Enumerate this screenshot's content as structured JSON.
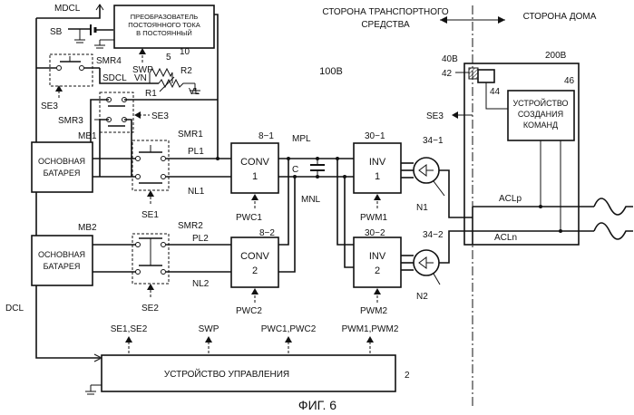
{
  "figure_caption": "ФИГ. 6",
  "system_label": "100B",
  "regions": {
    "vehicle_side": [
      "СТОРОНА ТРАНСПОРТНОГО",
      "СРЕДСТВА"
    ],
    "home_side": "СТОРОНА ДОМА"
  },
  "blocks": {
    "dc_converter": {
      "text": [
        "ПРЕОБРАЗОВАТЕЛЬ",
        "ПОСТОЯННОГО ТОКА",
        "В ПОСТОЯННЫЙ"
      ],
      "ref": "10"
    },
    "main_battery_1": {
      "text": [
        "ОСНОВНАЯ",
        "БАТАРЕЯ"
      ],
      "ref": "MB1"
    },
    "main_battery_2": {
      "text": [
        "ОСНОВНАЯ",
        "БАТАРЕЯ"
      ],
      "ref": "MB2"
    },
    "conv1": {
      "text": [
        "CONV",
        "1"
      ],
      "ref": "8−1",
      "signal": "PWC1"
    },
    "conv2": {
      "text": [
        "CONV",
        "2"
      ],
      "ref": "8−2",
      "signal": "PWC2"
    },
    "inv1": {
      "text": [
        "INV",
        "1"
      ],
      "ref": "30−1",
      "signal": "PWM1"
    },
    "inv2": {
      "text": [
        "INV",
        "2"
      ],
      "ref": "30−2",
      "signal": "PWM2"
    },
    "command_device": {
      "text": [
        "УСТРОЙСТВО",
        "СОЗДАНИЯ",
        "КОМАНД"
      ],
      "ref": "46"
    },
    "control_device": {
      "text": "УСТРОЙСТВО УПРАВЛЕНИЯ",
      "ref": "2"
    },
    "home_unit": {
      "ref": "200B"
    }
  },
  "labels": {
    "mdcl": "MDCL",
    "sb": "SB",
    "swp": "SWP",
    "ref5": "5",
    "smr4": "SMR4",
    "sdcl": "SDCL",
    "vn": "VN",
    "r2": "R2",
    "r1": "R1",
    "vl": "VL",
    "se3_left": "SE3",
    "se3_right": "SE3",
    "smr3": "SMR3",
    "smr1": "SMR1",
    "pl1": "PL1",
    "nl1": "NL1",
    "se1": "SE1",
    "smr2": "SMR2",
    "pl2": "PL2",
    "nl2": "NL2",
    "se2": "SE2",
    "mpl": "MPL",
    "mnl": "MNL",
    "cap": "C",
    "motor1": "34−1",
    "motor2": "34−2",
    "n1": "N1",
    "n2": "N2",
    "ref40b": "40B",
    "ref42": "42",
    "ref44": "44",
    "se3_out": "SE3",
    "aclp": "ACLp",
    "acln": "ACLn",
    "dcl": "DCL"
  },
  "control_signals": [
    "SE1,SE2",
    "SWP",
    "PWC1,PWC2",
    "PWM1,PWM2"
  ]
}
